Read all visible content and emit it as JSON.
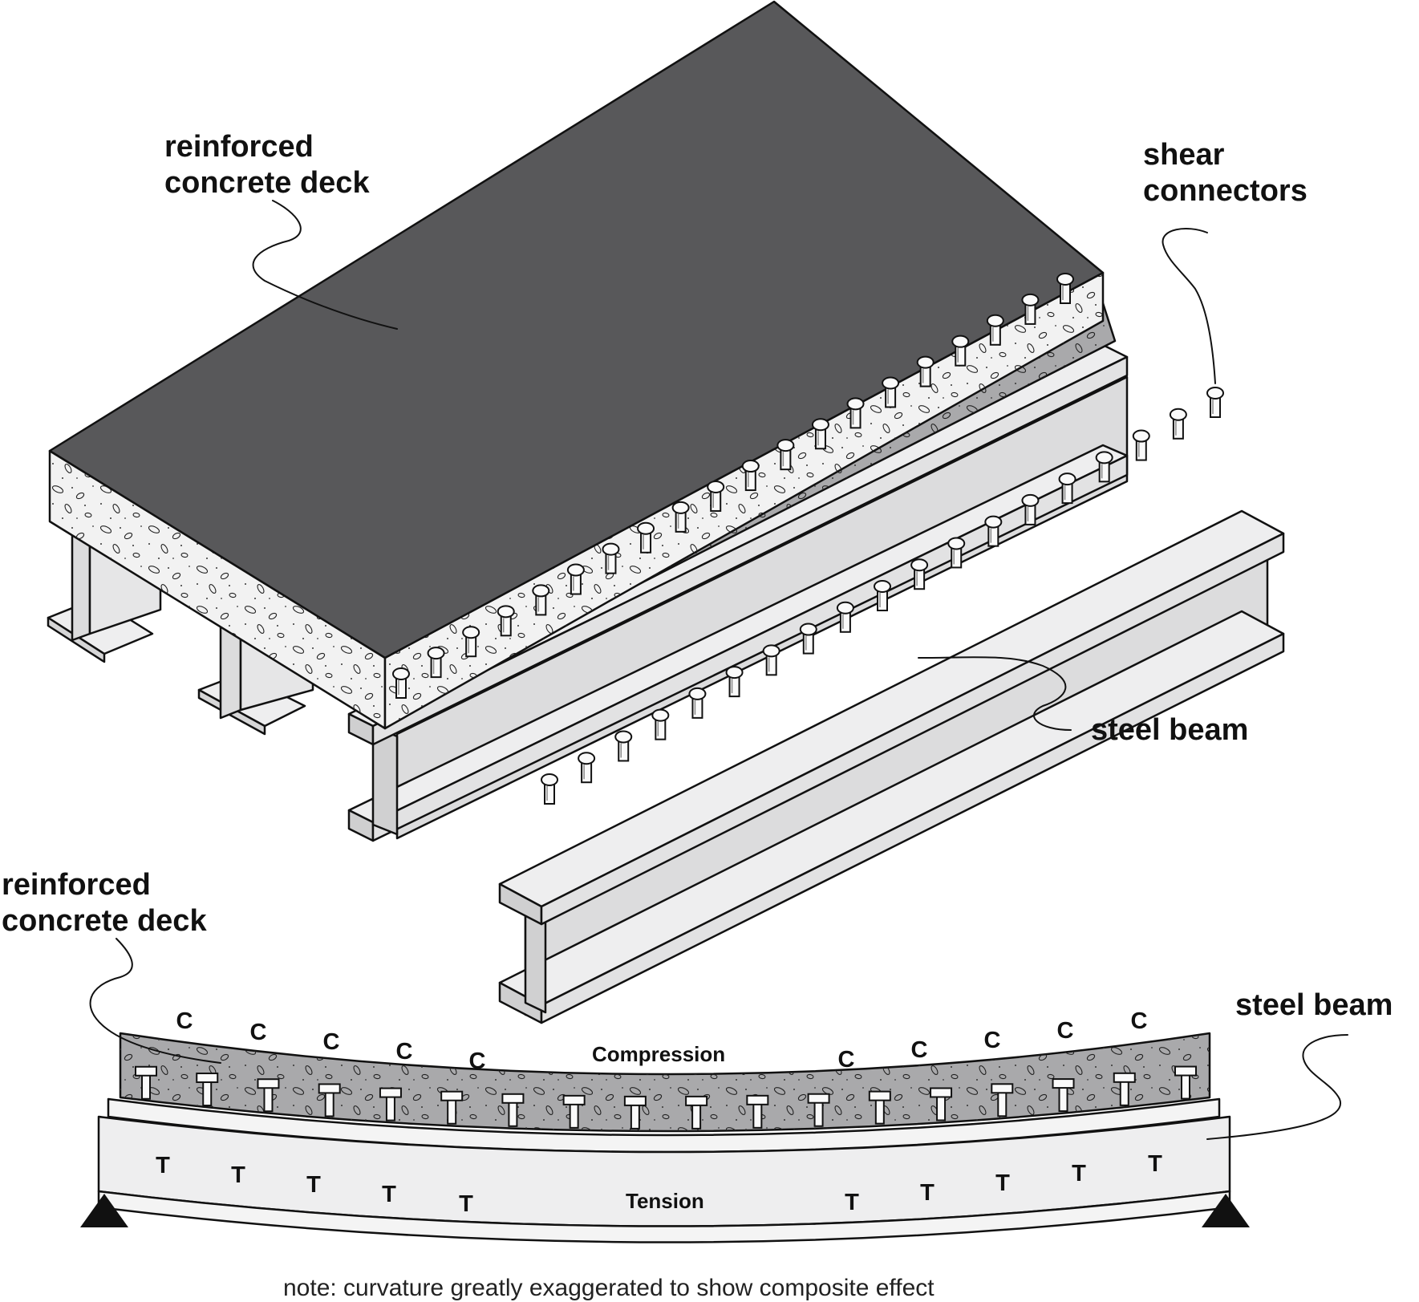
{
  "labels": {
    "top_deck_line1": "reinforced",
    "top_deck_line2": "concrete deck",
    "top_shear_line1": "shear",
    "top_shear_line2": "connectors",
    "top_steel_beam": "steel beam",
    "bottom_deck_line1": "reinforced",
    "bottom_deck_line2": "concrete deck",
    "bottom_steel_beam": "steel beam",
    "compression": "Compression",
    "tension": "Tension",
    "note": "note: curvature greatly exaggerated to show composite effect"
  },
  "compression_marks": [
    "C",
    "C",
    "C",
    "C",
    "C",
    "C",
    "C",
    "C",
    "C",
    "C"
  ],
  "tension_marks": [
    "T",
    "T",
    "T",
    "T",
    "T",
    "T",
    "T",
    "T",
    "T",
    "T"
  ],
  "colors": {
    "deck_top": "#58585a",
    "concrete": "#f2f2f2",
    "concrete_cut": "#a9a9ab",
    "steel_light": "#eeeeef",
    "steel_web": "#dcdcdd",
    "steel_shadow": "#cfcfd0",
    "ink": "#111111",
    "support": "#111111"
  }
}
